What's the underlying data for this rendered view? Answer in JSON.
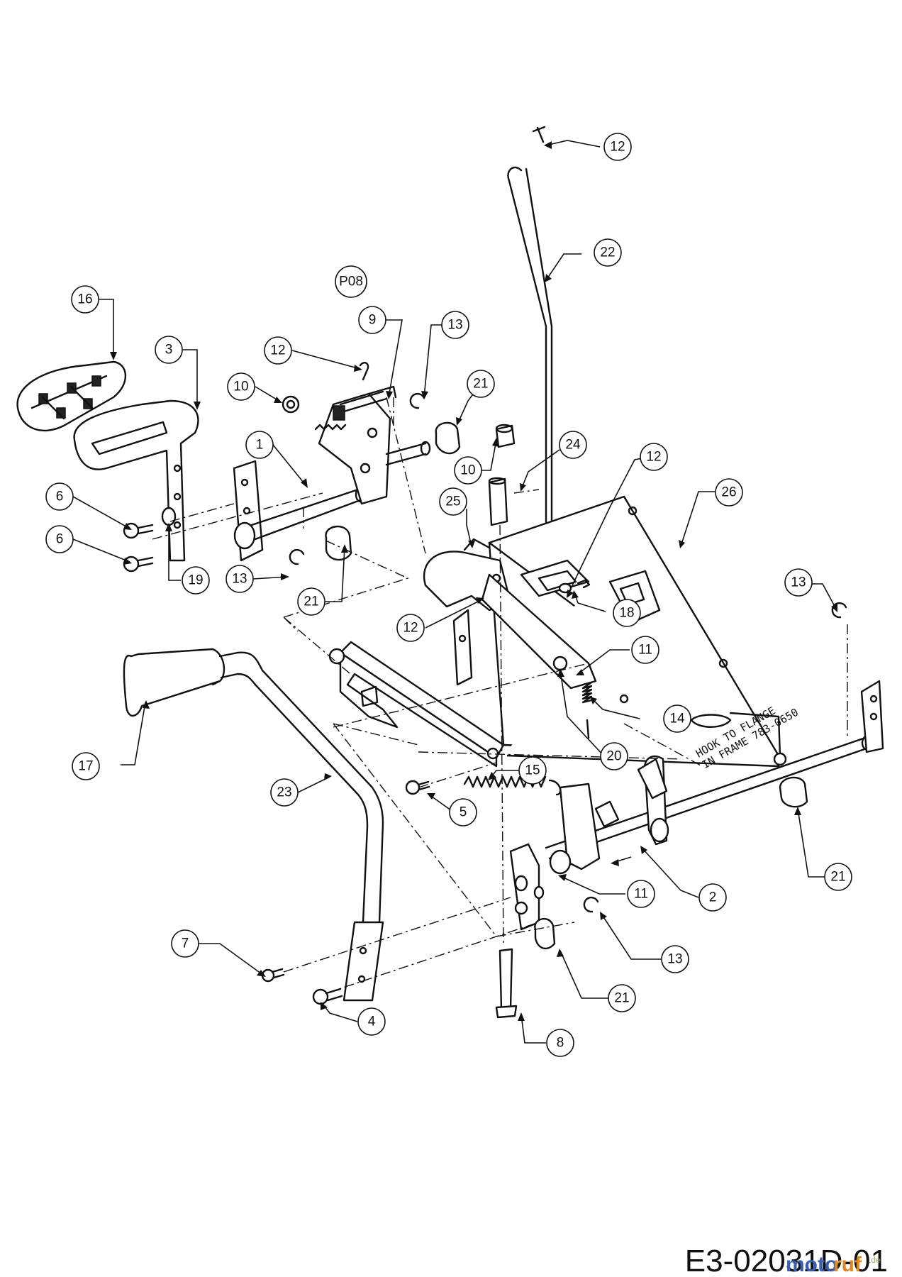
{
  "callouts": {
    "c1": "1",
    "c2": "2",
    "c3": "3",
    "c4": "4",
    "c5": "5",
    "c6a": "6",
    "c6b": "6",
    "c7": "7",
    "c8": "8",
    "c9": "9",
    "c10a": "10",
    "c10b": "10",
    "c11a": "11",
    "c11b": "11",
    "c12a": "12",
    "c12b": "12",
    "c12c": "12",
    "c12d": "12",
    "c13a": "13",
    "c13b": "13",
    "c13c": "13",
    "c13d": "13",
    "c14": "14",
    "c15": "15",
    "c16": "16",
    "c17": "17",
    "c18": "18",
    "c19": "19",
    "c20": "20",
    "c21a": "21",
    "c21b": "21",
    "c21c": "21",
    "c21d": "21",
    "c22": "22",
    "c23": "23",
    "c24": "24",
    "c25": "25",
    "c26": "26",
    "cP08": "P08"
  },
  "notes": {
    "line1": "HOOK TO FLANGE",
    "line2": "IN FRAME 783-0650"
  },
  "drawing_code": "E3-02031D-01",
  "watermark": {
    "part1": "moto",
    "part2": "ruf",
    "suffix": ".de"
  },
  "colors": {
    "ink": "#111111",
    "watermark_blue": "#3b5fb0",
    "watermark_orange": "#e08a1e"
  }
}
